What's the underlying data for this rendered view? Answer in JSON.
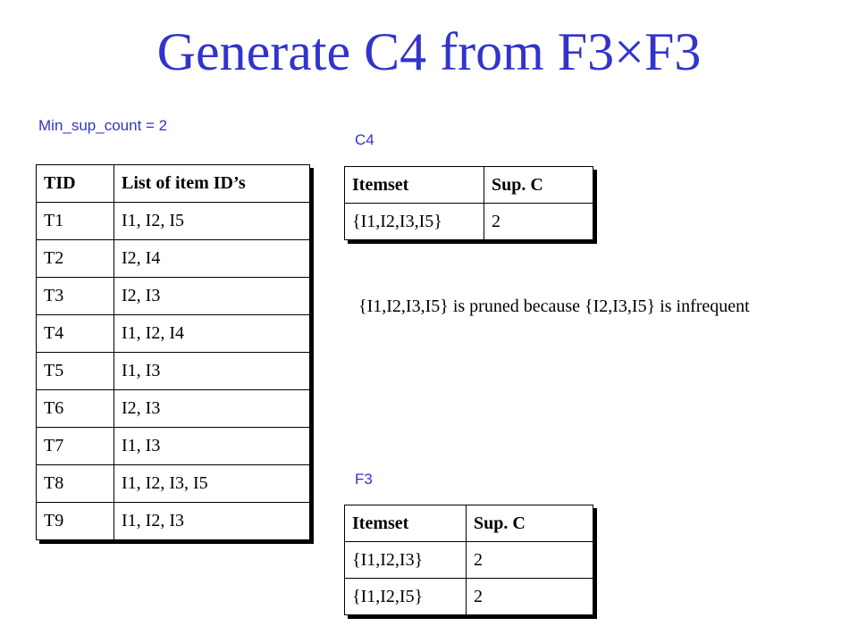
{
  "title": "Generate C4 from F3×F3",
  "min_sup_label": "Min_sup_count = 2",
  "c4_label": "C4",
  "f3_label": "F3",
  "note": "{I1,I2,I3,I5} is pruned because {I2,I3,I5} is infrequent",
  "transactions": {
    "headers": [
      "TID",
      "List of item ID’s"
    ],
    "rows": [
      [
        "T1",
        "I1, I2, I5"
      ],
      [
        "T2",
        "I2, I4"
      ],
      [
        "T3",
        "I2, I3"
      ],
      [
        "T4",
        "I1, I2, I4"
      ],
      [
        "T5",
        "I1, I3"
      ],
      [
        "T6",
        "I2, I3"
      ],
      [
        "T7",
        "I1, I3"
      ],
      [
        "T8",
        "I1, I2, I3, I5"
      ],
      [
        "T9",
        "I1, I2, I3"
      ]
    ]
  },
  "c4_table": {
    "headers": [
      "Itemset",
      "Sup. C"
    ],
    "rows": [
      [
        "{I1,I2,I3,I5}",
        "2"
      ]
    ]
  },
  "f3_table": {
    "headers": [
      "Itemset",
      "Sup. C"
    ],
    "rows": [
      [
        "{I1,I2,I3}",
        "2"
      ],
      [
        "{I1,I2,I5}",
        "2"
      ]
    ]
  }
}
